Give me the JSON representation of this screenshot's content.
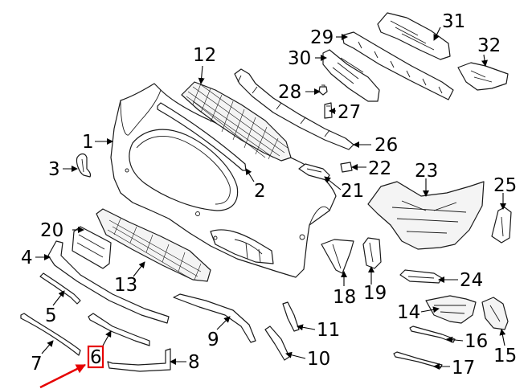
{
  "highlight": {
    "part_number": "6",
    "color": "#e60000"
  },
  "callouts": [
    {
      "id": "1",
      "label": "1"
    },
    {
      "id": "2",
      "label": "2"
    },
    {
      "id": "3",
      "label": "3"
    },
    {
      "id": "4",
      "label": "4"
    },
    {
      "id": "5",
      "label": "5"
    },
    {
      "id": "6",
      "label": "6"
    },
    {
      "id": "7",
      "label": "7"
    },
    {
      "id": "8",
      "label": "8"
    },
    {
      "id": "9",
      "label": "9"
    },
    {
      "id": "10",
      "label": "10"
    },
    {
      "id": "11",
      "label": "11"
    },
    {
      "id": "12",
      "label": "12"
    },
    {
      "id": "13",
      "label": "13"
    },
    {
      "id": "14",
      "label": "14"
    },
    {
      "id": "15",
      "label": "15"
    },
    {
      "id": "16",
      "label": "16"
    },
    {
      "id": "17",
      "label": "17"
    },
    {
      "id": "18",
      "label": "18"
    },
    {
      "id": "19",
      "label": "19"
    },
    {
      "id": "20",
      "label": "20"
    },
    {
      "id": "21",
      "label": "21"
    },
    {
      "id": "22",
      "label": "22"
    },
    {
      "id": "23",
      "label": "23"
    },
    {
      "id": "24",
      "label": "24"
    },
    {
      "id": "25",
      "label": "25"
    },
    {
      "id": "26",
      "label": "26"
    },
    {
      "id": "27",
      "label": "27"
    },
    {
      "id": "28",
      "label": "28"
    },
    {
      "id": "29",
      "label": "29"
    },
    {
      "id": "30",
      "label": "30"
    },
    {
      "id": "31",
      "label": "31"
    },
    {
      "id": "32",
      "label": "32"
    }
  ]
}
